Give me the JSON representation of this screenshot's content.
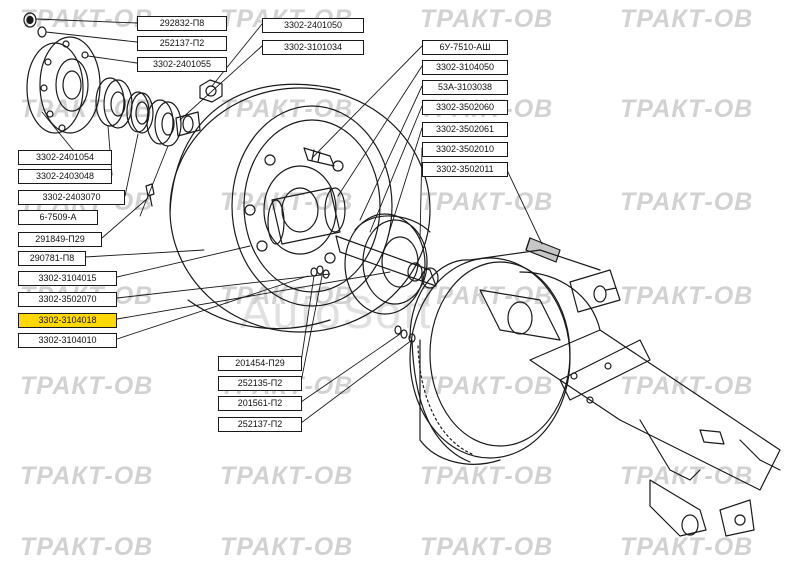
{
  "watermark": {
    "text": "ТРАКТ-ОВ",
    "center_text": "AutoSoft"
  },
  "labels": [
    "292832-П8",
    "252137-П2",
    "3302-2401055",
    "3302-2401050",
    "3302-3101034",
    "6У-7510-АШ",
    "3302-3104050",
    "53А-3103038",
    "3302-3502060",
    "3302-3502061",
    "3302-3502010",
    "3302-3502011",
    "3302-2401054",
    "3302-2403048",
    "3302-2403070",
    "6-7509-А",
    "291849-П29",
    "290781-П8",
    "3302-3104015",
    "3302-3502070",
    "3302-3104018",
    "3302-3104010",
    "201454-П29",
    "252135-П2",
    "201561-П2",
    "252137-П2"
  ],
  "highlighted_label": "3302-3104018",
  "colors": {
    "highlight": "#ffd800",
    "line": "#1a1a1a",
    "watermark": "#d2d2d2"
  }
}
